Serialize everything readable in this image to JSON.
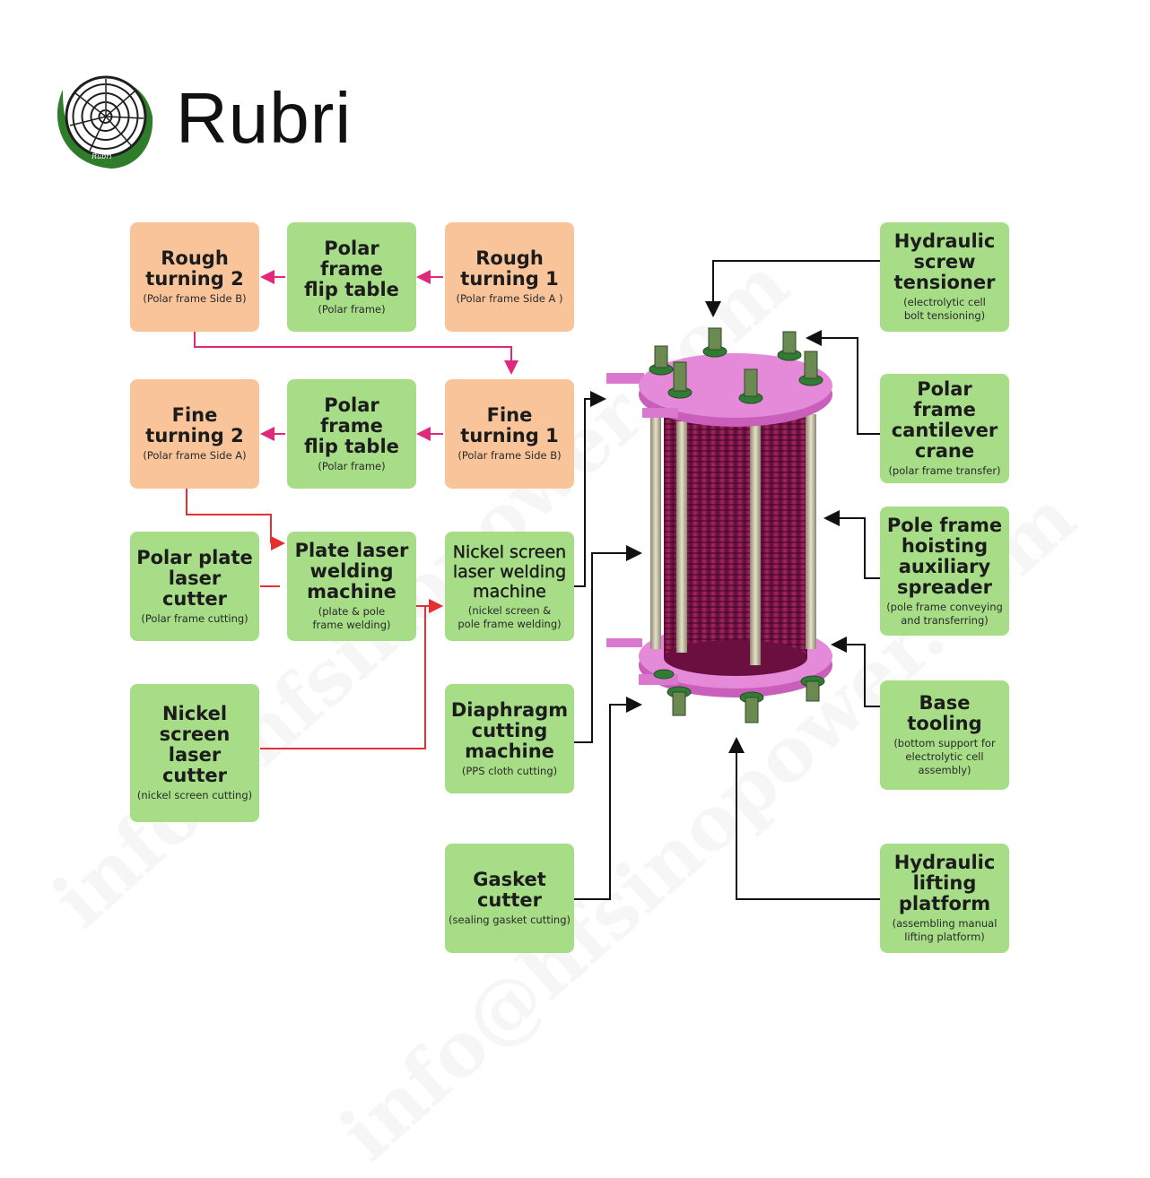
{
  "brand": {
    "name": "Rubri",
    "emblem_text": "Rubri"
  },
  "colors": {
    "green_box": "#a6dd86",
    "orange_box": "#f9c49a",
    "magenta_arrow": "#e0297a",
    "red_arrow": "#e53030",
    "frame": "#e07fd2",
    "stack": "#8a1850"
  },
  "boxes": {
    "rough2": {
      "title": "Rough\nturning 2",
      "sub": "(Polar frame Side B)"
    },
    "flip1": {
      "title": "Polar frame\nflip table",
      "sub": "(Polar frame)"
    },
    "rough1": {
      "title": "Rough\nturning 1",
      "sub": "(Polar frame Side A )"
    },
    "fine2": {
      "title": "Fine\nturning 2",
      "sub": "(Polar frame Side A)"
    },
    "flip2": {
      "title": "Polar frame\nflip table",
      "sub": "(Polar frame)"
    },
    "fine1": {
      "title": "Fine\nturning 1",
      "sub": "(Polar frame Side B)"
    },
    "plate_cutter": {
      "title": "Polar plate\nlaser\ncutter",
      "sub": "(Polar frame cutting)"
    },
    "plate_welder": {
      "title": "Plate laser\nwelding\nmachine",
      "sub": "(plate & pole\nframe welding)"
    },
    "nickel_welder": {
      "title": "Nickel screen\nlaser welding\nmachine",
      "sub": "(nickel screen &\npole frame welding)"
    },
    "nickel_cutter": {
      "title": "Nickel\nscreen\nlaser\ncutter",
      "sub": "(nickel screen cutting)"
    },
    "diaphragm": {
      "title": "Diaphragm\ncutting\nmachine",
      "sub": "(PPS cloth cutting)"
    },
    "gasket": {
      "title": "Gasket\ncutter",
      "sub": "(sealing gasket cutting)"
    },
    "tensioner": {
      "title": "Hydraulic\nscrew\ntensioner",
      "sub": "(electrolytic cell\nbolt tensioning)"
    },
    "crane": {
      "title": "Polar frame\ncantilever\ncrane",
      "sub": "(polar frame transfer)"
    },
    "spreader": {
      "title": "Pole frame\nhoisting\nauxiliary\nspreader",
      "sub": "(pole frame conveying\nand transferring)"
    },
    "base": {
      "title": "Base\ntooling",
      "sub": "(bottom support for\nelectrolytic cell\nassembly)"
    },
    "lifting": {
      "title": "Hydraulic\nlifting\nplatform",
      "sub": "(assembling manual\nlifting platform)"
    }
  }
}
